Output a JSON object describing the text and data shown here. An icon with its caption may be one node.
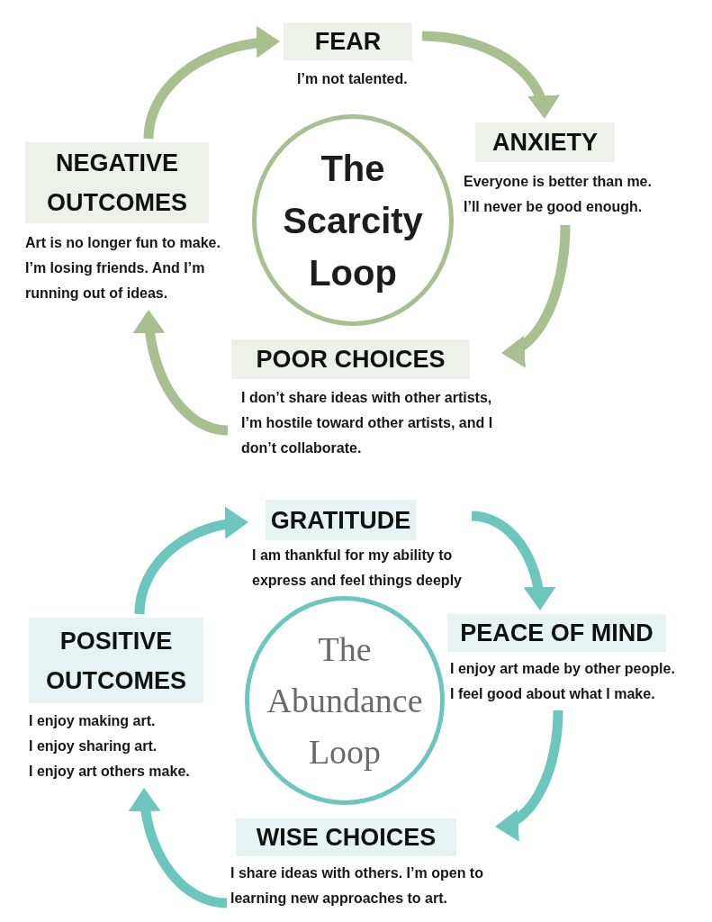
{
  "diagram": {
    "nodes": [
      {
        "text": [
          "FEAR",
          "I’m not talented."
        ]
      },
      {
        "text": [
          "ANXIETY",
          "Everyone is better than me. I’ll never be good enough."
        ]
      },
      {
        "text": [
          "NEGATIVE OUTCOMES",
          "Art is no longer fun to make. I’m losing friends. And I’m running out of ideas."
        ]
      },
      {
        "text": [
          "The Scarcity Loop"
        ]
      },
      {
        "text": [
          "POOR CHOICES",
          "I don’t share ideas with other artists, I’m hostile toward other artists, and I don’t collaborate."
        ]
      },
      {
        "text": [
          "GRATITUDE",
          "I am thankful for my ability to express and feel things deeply"
        ]
      },
      {
        "text": [
          "PEACE OF MIND",
          "I enjoy art made by other people. I feel good about what I make."
        ]
      },
      {
        "text": [
          "POSITIVE OUTCOMES",
          "I enjoy making art.",
          "I enjoy sharing art.",
          "I enjoy art others make."
        ]
      },
      {
        "text": [
          "The Abundance Loop"
        ]
      },
      {
        "text": [
          "WISE CHOICES",
          "I share ideas with others. I’m open to learning new approaches to art."
        ]
      }
    ],
    "edges": [
      {
        "from": 2,
        "to": 0,
        "arrow": "to",
        "color": "#a8bf90"
      },
      {
        "from": 0,
        "to": 1,
        "arrow": "to",
        "color": "#a8bf90"
      },
      {
        "from": 1,
        "to": 4,
        "arrow": "to",
        "color": "#a8bf90"
      },
      {
        "from": 4,
        "to": 2,
        "arrow": "to",
        "color": "#a8bf90"
      },
      {
        "from": 7,
        "to": 5,
        "arrow": "to",
        "color": "#6dc6be"
      },
      {
        "from": 5,
        "to": 6,
        "arrow": "to",
        "color": "#6dc6be"
      },
      {
        "from": 6,
        "to": 9,
        "arrow": "to",
        "color": "#6dc6be"
      },
      {
        "from": 9,
        "to": 7,
        "arrow": "to",
        "color": "#6dc6be"
      }
    ]
  }
}
